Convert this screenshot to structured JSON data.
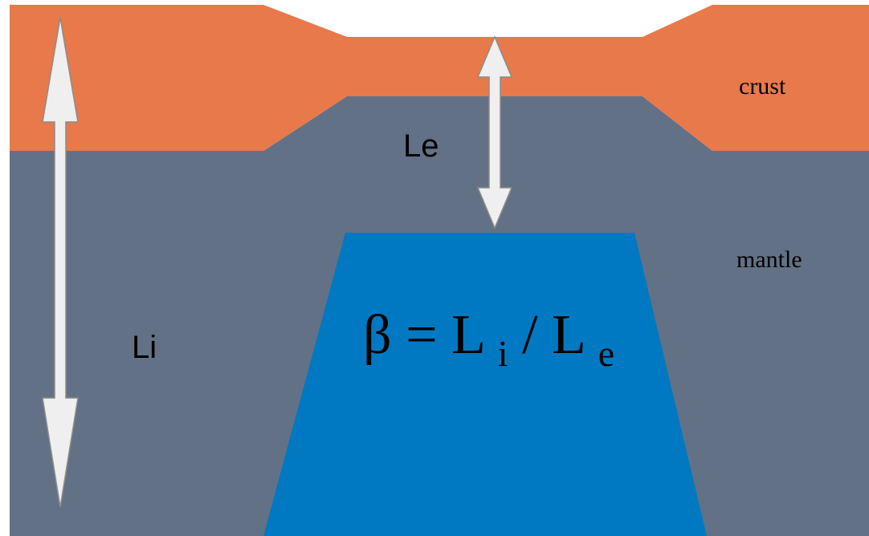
{
  "labels": {
    "crust": "crust",
    "mantle": "mantle",
    "li": "Li",
    "le": "Le"
  },
  "formula": {
    "beta": "β",
    "equals": " =",
    "L1": "L",
    "sub_i": "i",
    "slash": "/",
    "L2": "L",
    "sub_e": "e"
  },
  "colors": {
    "crust": "#E8794A",
    "mantle": "#637186",
    "upwelling": "#0179C2",
    "arrow_fill": "#EFEFEF",
    "arrow_stroke": "#8C8C8C",
    "background": "#FFFFFF"
  }
}
